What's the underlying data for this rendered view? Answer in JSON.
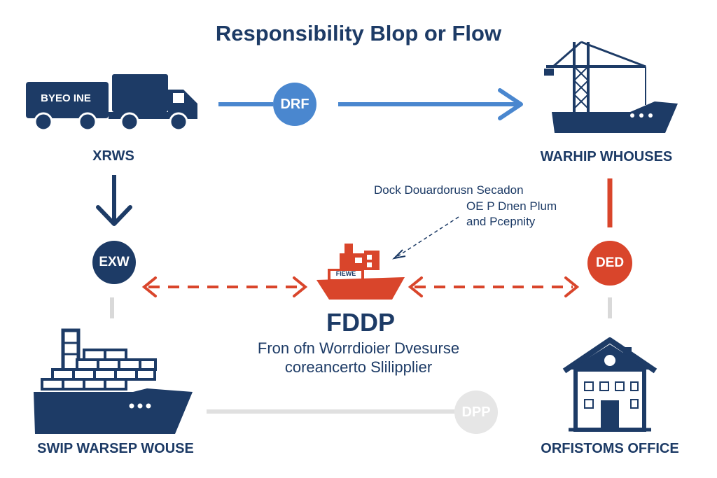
{
  "title": "Responsibility Blop or Flow",
  "nodes": {
    "truck": {
      "sign_text": "BYEO INE",
      "label": "XRWS"
    },
    "port_ship": {
      "label": "WARHIP WHOUSES"
    },
    "cargo_ship": {
      "label": "SWIP WARSEP WOUSE"
    },
    "office": {
      "label": "ORFISTOMS OFFICE"
    },
    "center_ship": {
      "sign_text": "FIEWE",
      "label": "FDDP"
    }
  },
  "badges": {
    "drf": "DRF",
    "exw": "EXW",
    "ded": "DED",
    "dpp": "DPP"
  },
  "annotation": {
    "line1": "Dock Douardorusn Secadon",
    "line2": "OE P Dnen Plum",
    "line3": "and Pcepnity"
  },
  "center_subtitle": {
    "line1": "Fron ofn Worrdioier Dvesurse",
    "line2": "coreancerto Slilipplier"
  },
  "colors": {
    "navy": "#1d3b66",
    "blue": "#4a87cf",
    "red": "#d9452b",
    "gray": "#d9d9d9",
    "light_gray": "#e6e6e6"
  }
}
